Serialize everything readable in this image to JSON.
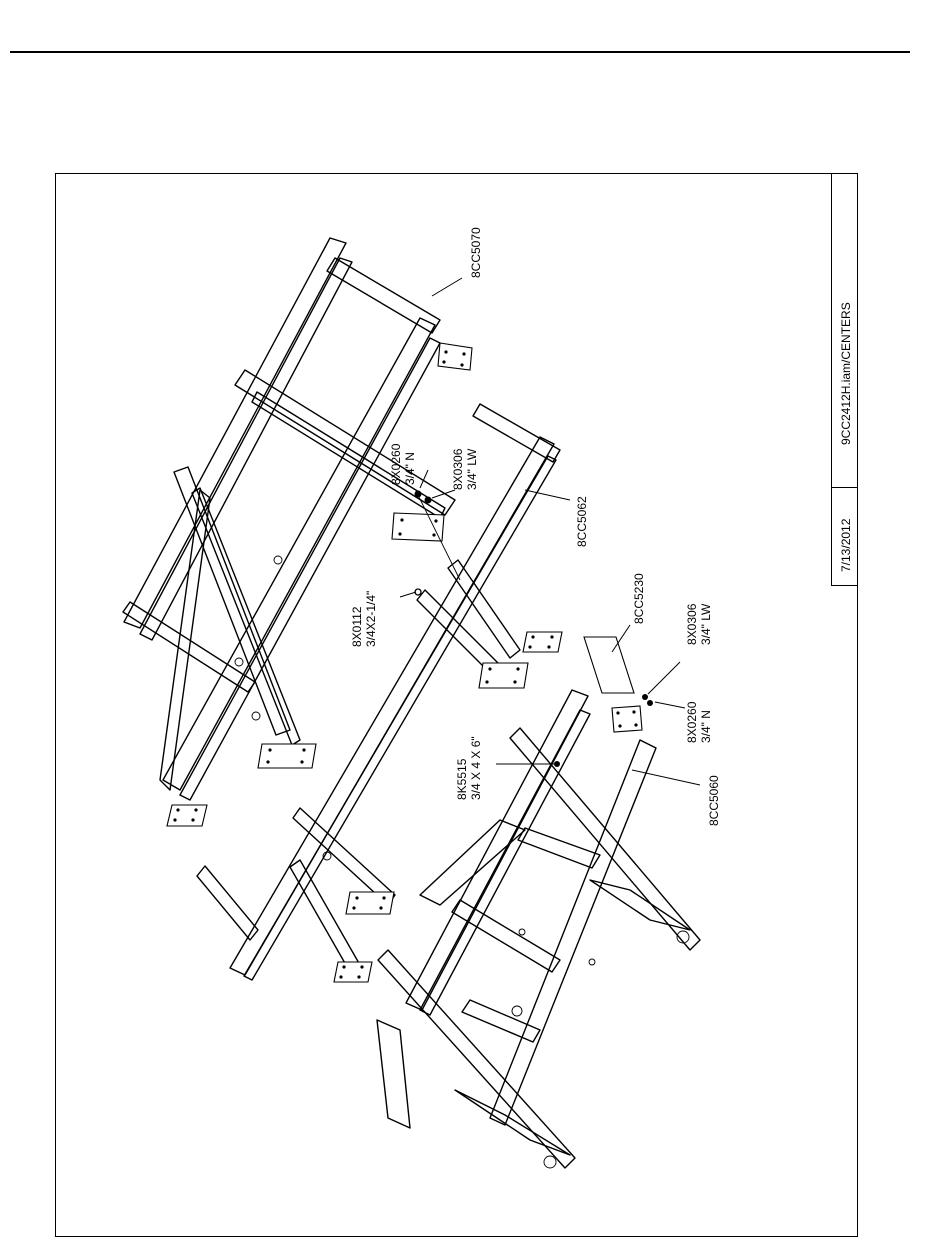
{
  "title_block": {
    "file_label": "9CC2412H.iam/CENTERS",
    "date": "7/13/2012"
  },
  "callouts": {
    "c1": {
      "part": "8CC5070",
      "size": ""
    },
    "c2": {
      "part": "8X0260",
      "size": "3/4\" N"
    },
    "c3": {
      "part": "8X0306",
      "size": "3/4\" LW"
    },
    "c4": {
      "part": "8CC5062",
      "size": ""
    },
    "c5": {
      "part": "8X0112",
      "size": "3/4X2-1/4\""
    },
    "c6": {
      "part": "8CC5230",
      "size": ""
    },
    "c7": {
      "part": "8X0306",
      "size": "3/4\" LW"
    },
    "c8": {
      "part": "8K5515",
      "size": "3/4 X 4 X 6\""
    },
    "c9": {
      "part": "8X0260",
      "size": "3/4\" N"
    },
    "c10": {
      "part": "8CC5060",
      "size": ""
    }
  }
}
